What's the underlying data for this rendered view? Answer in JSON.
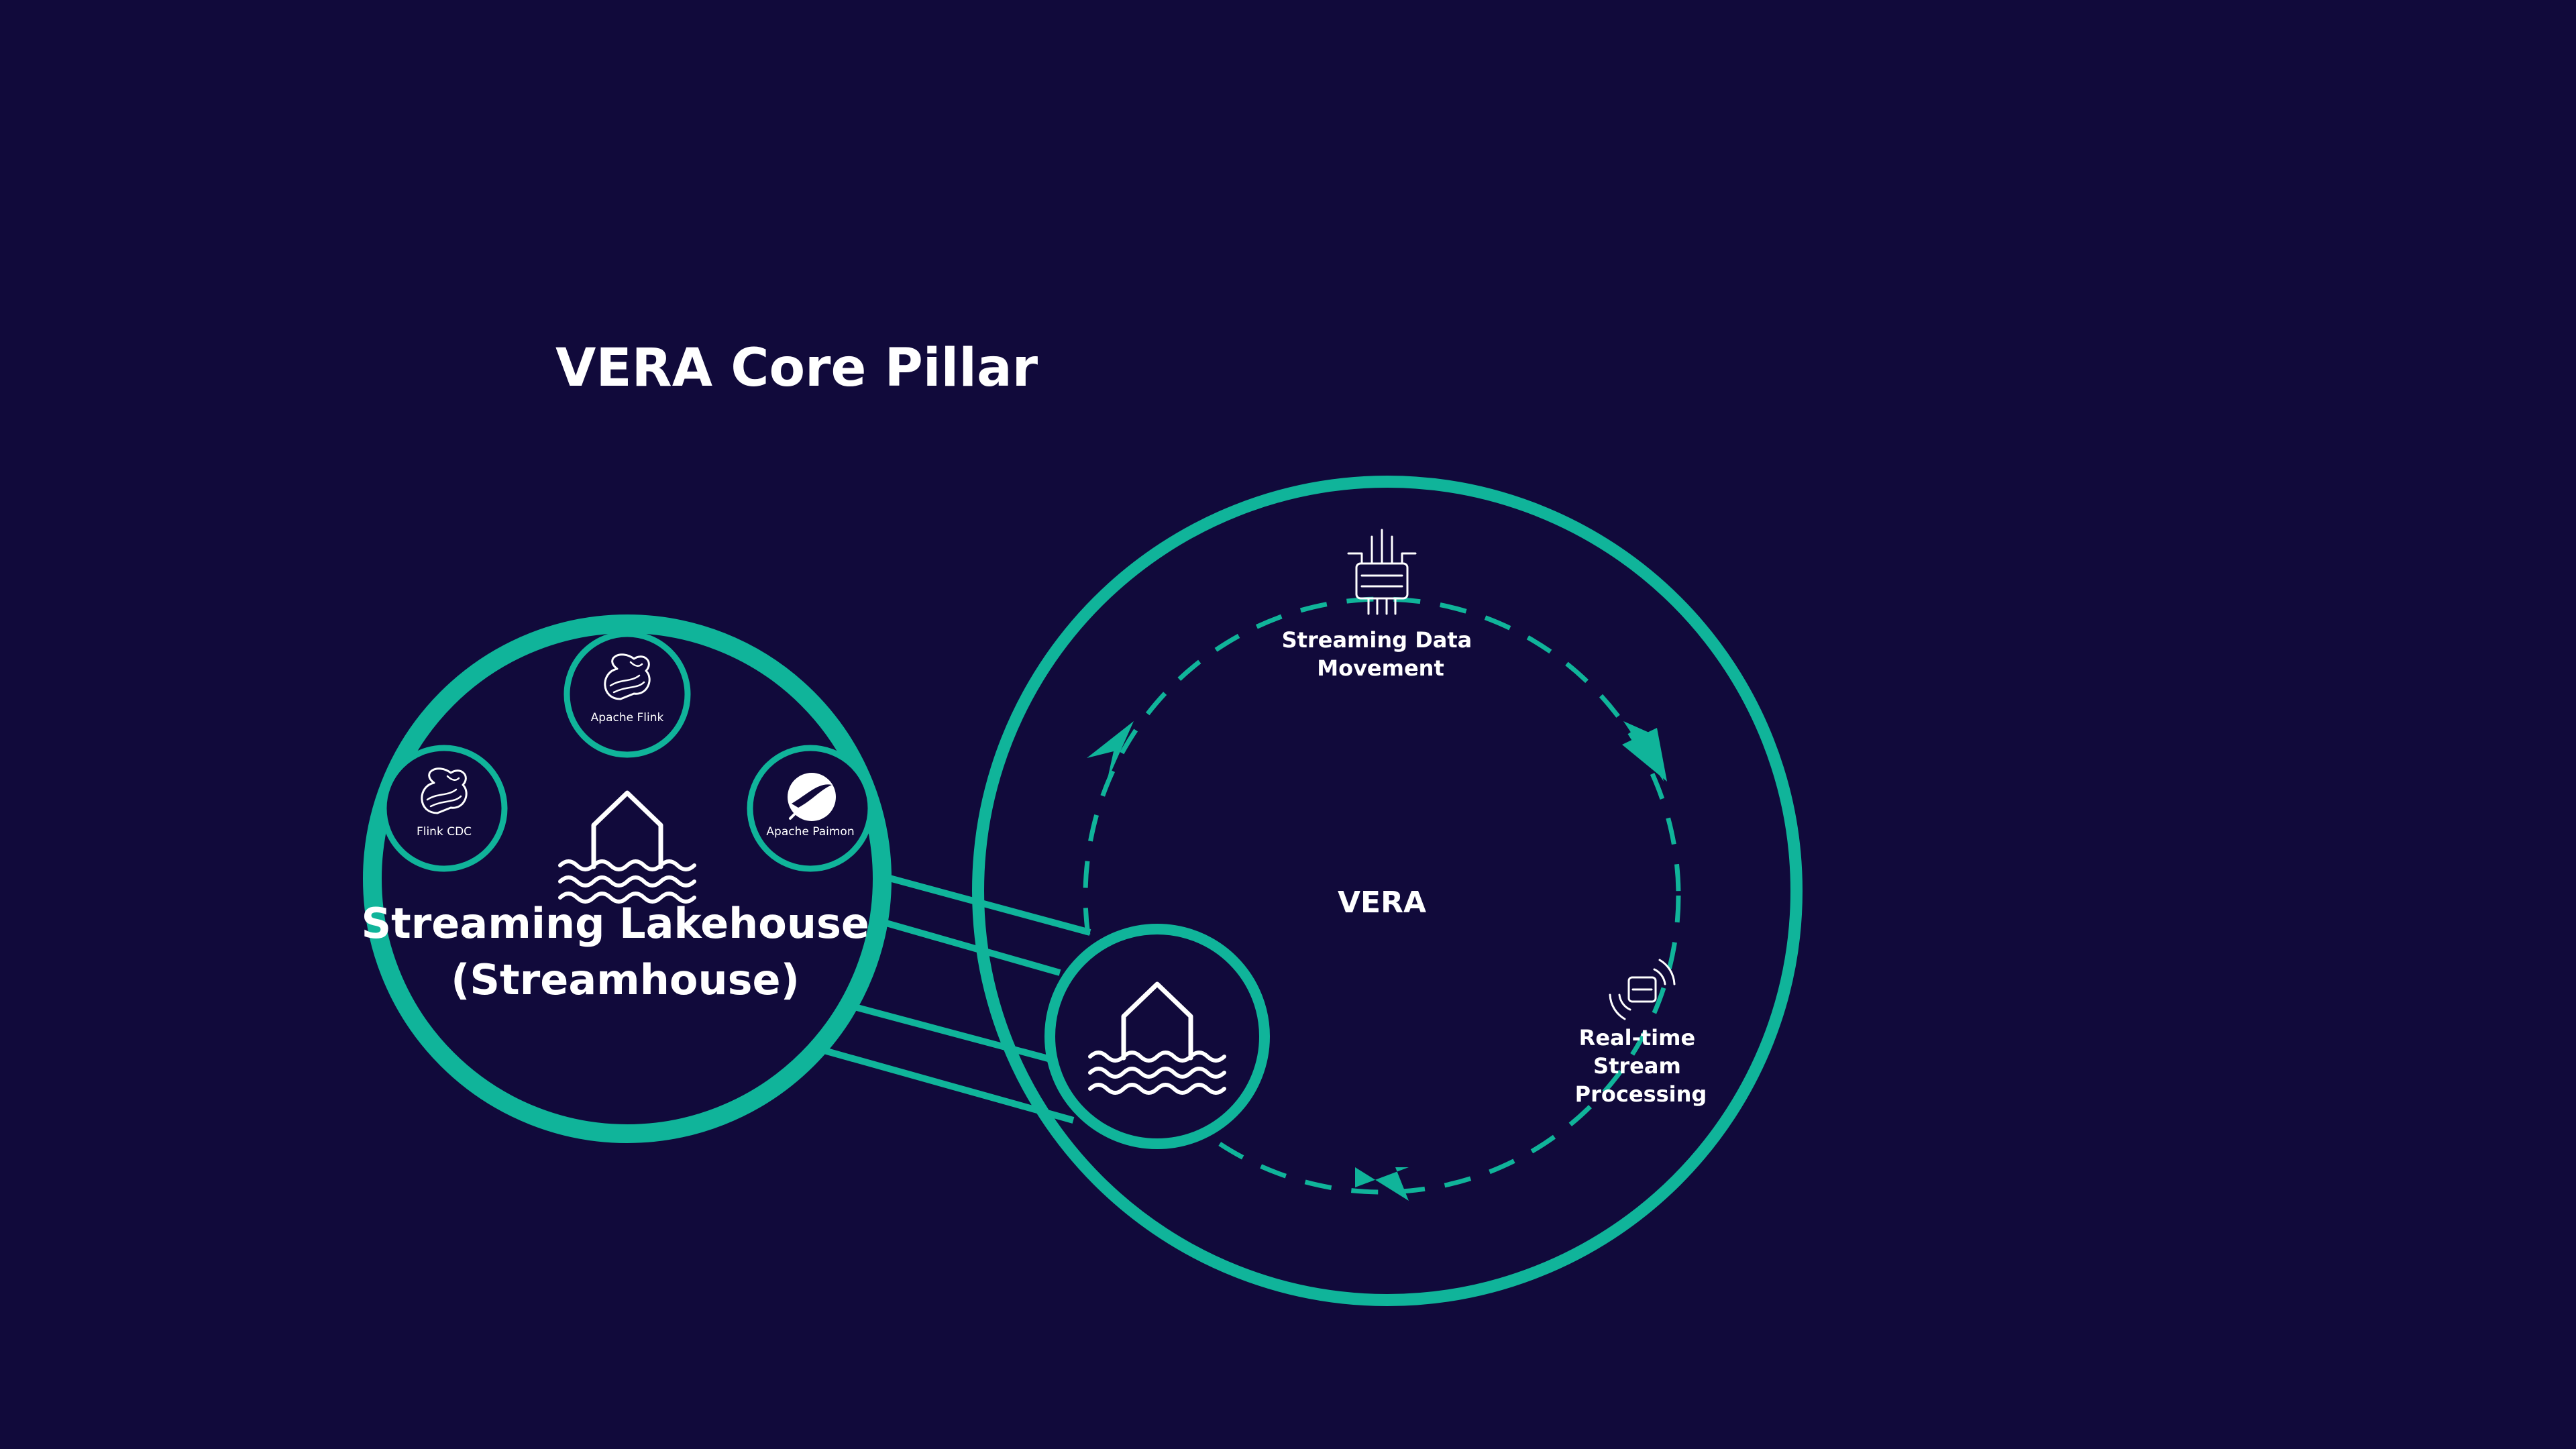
{
  "title": "VERA Core Pillar",
  "colors": {
    "background": "#110a3b",
    "accent": "#10b49a",
    "text": "#ffffff"
  },
  "lakehouse": {
    "line1": "Streaming Lakehouse",
    "line2": "(Streamhouse)",
    "icon": "lake-house-icon",
    "tools": [
      {
        "label": "Apache Flink",
        "icon": "squirrel-icon"
      },
      {
        "label": "Flink CDC",
        "icon": "squirrel-icon"
      },
      {
        "label": "Apache Paimon",
        "icon": "paimon-logo-icon"
      }
    ]
  },
  "vera": {
    "center_label": "VERA",
    "movement": {
      "line1": "Streaming Data",
      "line2": "Movement",
      "icon": "data-movement-icon"
    },
    "processing": {
      "line1": "Real-time",
      "line2": "Stream",
      "line3": "Processing",
      "icon": "stream-processing-icon"
    },
    "link_icon": "lake-house-icon"
  }
}
